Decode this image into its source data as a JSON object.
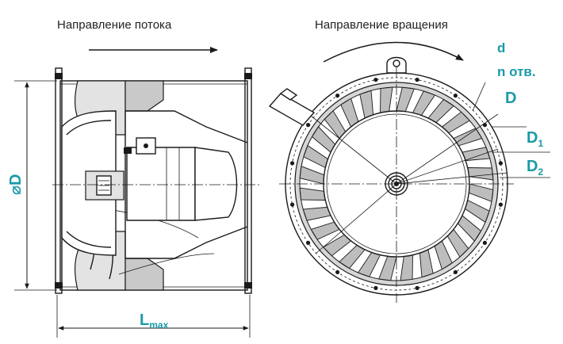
{
  "captions": {
    "flow_direction": "Направление потока",
    "rotation_direction": "Направление вращения"
  },
  "dimensions": {
    "diameter_symbol": "⌀",
    "diameter_letter": "D",
    "length_main": "L",
    "length_sub": "max",
    "hole_diameter": "d",
    "hole_count": "n отв.",
    "outer_diameter": "D",
    "d1_main": "D",
    "d1_sub": "1",
    "d2_main": "D",
    "d2_sub": "2"
  },
  "colors": {
    "accent": "#1a9aa8",
    "line": "#1a1a1a",
    "shade": "#e3e3e3",
    "shade_dark": "#c9c9c9"
  }
}
